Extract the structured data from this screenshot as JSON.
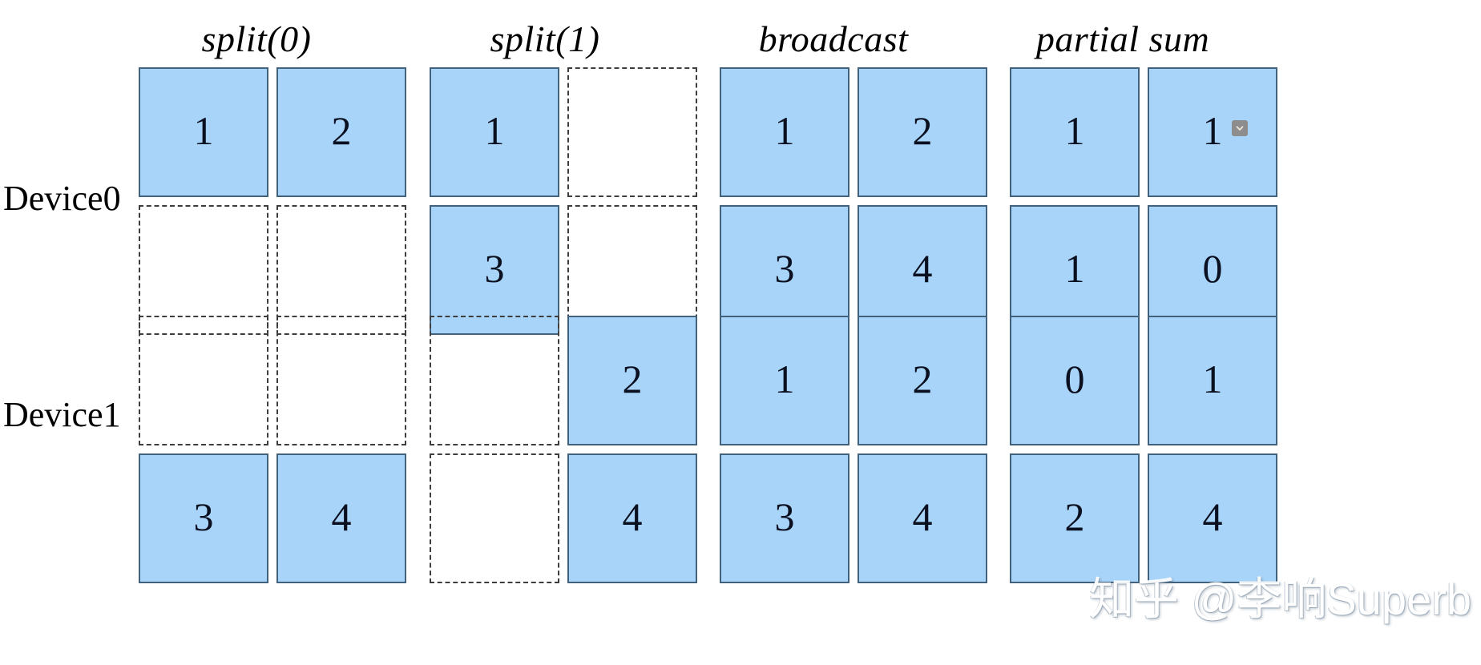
{
  "figure": {
    "background_color": "#ffffff",
    "cell_fill_color": "#a9d4f9",
    "cell_border_color": "#41627a",
    "empty_border_color": "#3d3d3d"
  },
  "columns": [
    {
      "label": "split(0)"
    },
    {
      "label": "split(1)"
    },
    {
      "label": "broadcast"
    },
    {
      "label": "partial sum"
    }
  ],
  "rows": [
    {
      "label": "Device0"
    },
    {
      "label": "Device1"
    }
  ],
  "grids": {
    "split0_device0": {
      "title": "split(0) Device0",
      "cells": [
        {
          "value": "1",
          "state": "filled"
        },
        {
          "value": "2",
          "state": "filled"
        },
        {
          "value": "",
          "state": "empty"
        },
        {
          "value": "",
          "state": "empty"
        }
      ]
    },
    "split0_device1": {
      "title": "split(0) Device1",
      "cells": [
        {
          "value": "",
          "state": "empty"
        },
        {
          "value": "",
          "state": "empty"
        },
        {
          "value": "3",
          "state": "filled"
        },
        {
          "value": "4",
          "state": "filled"
        }
      ]
    },
    "split1_device0": {
      "title": "split(1) Device0",
      "cells": [
        {
          "value": "1",
          "state": "filled"
        },
        {
          "value": "",
          "state": "empty"
        },
        {
          "value": "3",
          "state": "filled"
        },
        {
          "value": "",
          "state": "empty"
        }
      ]
    },
    "split1_device1": {
      "title": "split(1) Device1",
      "cells": [
        {
          "value": "",
          "state": "empty"
        },
        {
          "value": "2",
          "state": "filled"
        },
        {
          "value": "",
          "state": "empty"
        },
        {
          "value": "4",
          "state": "filled"
        }
      ]
    },
    "broadcast_device0": {
      "title": "broadcast Device0",
      "cells": [
        {
          "value": "1",
          "state": "filled"
        },
        {
          "value": "2",
          "state": "filled"
        },
        {
          "value": "3",
          "state": "filled"
        },
        {
          "value": "4",
          "state": "filled"
        }
      ]
    },
    "broadcast_device1": {
      "title": "broadcast Device1",
      "cells": [
        {
          "value": "1",
          "state": "filled"
        },
        {
          "value": "2",
          "state": "filled"
        },
        {
          "value": "3",
          "state": "filled"
        },
        {
          "value": "4",
          "state": "filled"
        }
      ]
    },
    "partialsum_device0": {
      "title": "partial sum Device0",
      "cells": [
        {
          "value": "1",
          "state": "filled"
        },
        {
          "value": "1",
          "state": "filled",
          "badge": "chevron-down-badge"
        },
        {
          "value": "1",
          "state": "filled"
        },
        {
          "value": "0",
          "state": "filled"
        }
      ]
    },
    "partialsum_device1": {
      "title": "partial sum Device1",
      "cells": [
        {
          "value": "0",
          "state": "filled"
        },
        {
          "value": "1",
          "state": "filled"
        },
        {
          "value": "2",
          "state": "filled"
        },
        {
          "value": "4",
          "state": "filled"
        }
      ]
    }
  },
  "watermark": {
    "text": "知乎 @李响Superb"
  }
}
